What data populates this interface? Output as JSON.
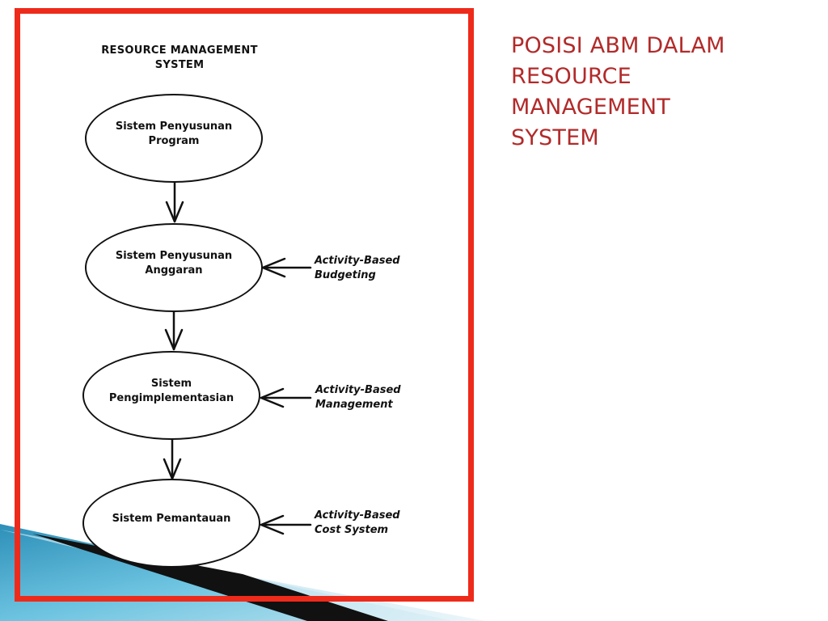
{
  "slide": {
    "title_lines": [
      "POSISI ABM DALAM",
      "RESOURCE",
      "MANAGEMENT",
      "SYSTEM"
    ]
  },
  "diagram": {
    "title_lines": [
      "RESOURCE MANAGEMENT",
      "SYSTEM"
    ],
    "nodes": [
      {
        "lines": [
          "Sistem Penyusunan",
          "Program"
        ]
      },
      {
        "lines": [
          "Sistem Penyusunan",
          "Anggaran"
        ]
      },
      {
        "lines": [
          "Sistem",
          "Pengimplementasian"
        ]
      },
      {
        "lines": [
          "Sistem Pemantauan"
        ]
      }
    ],
    "techniques": [
      {
        "lines": [
          "Activity-Based",
          "Budgeting"
        ]
      },
      {
        "lines": [
          "Activity-Based",
          "Management"
        ]
      },
      {
        "lines": [
          "Activity-Based",
          "Cost System"
        ]
      }
    ]
  },
  "colors": {
    "frame_border": "#ee2a1b",
    "slide_title": "#b22a2a",
    "stripe_blue": "#4aaed0",
    "stripe_dark": "#111111"
  }
}
